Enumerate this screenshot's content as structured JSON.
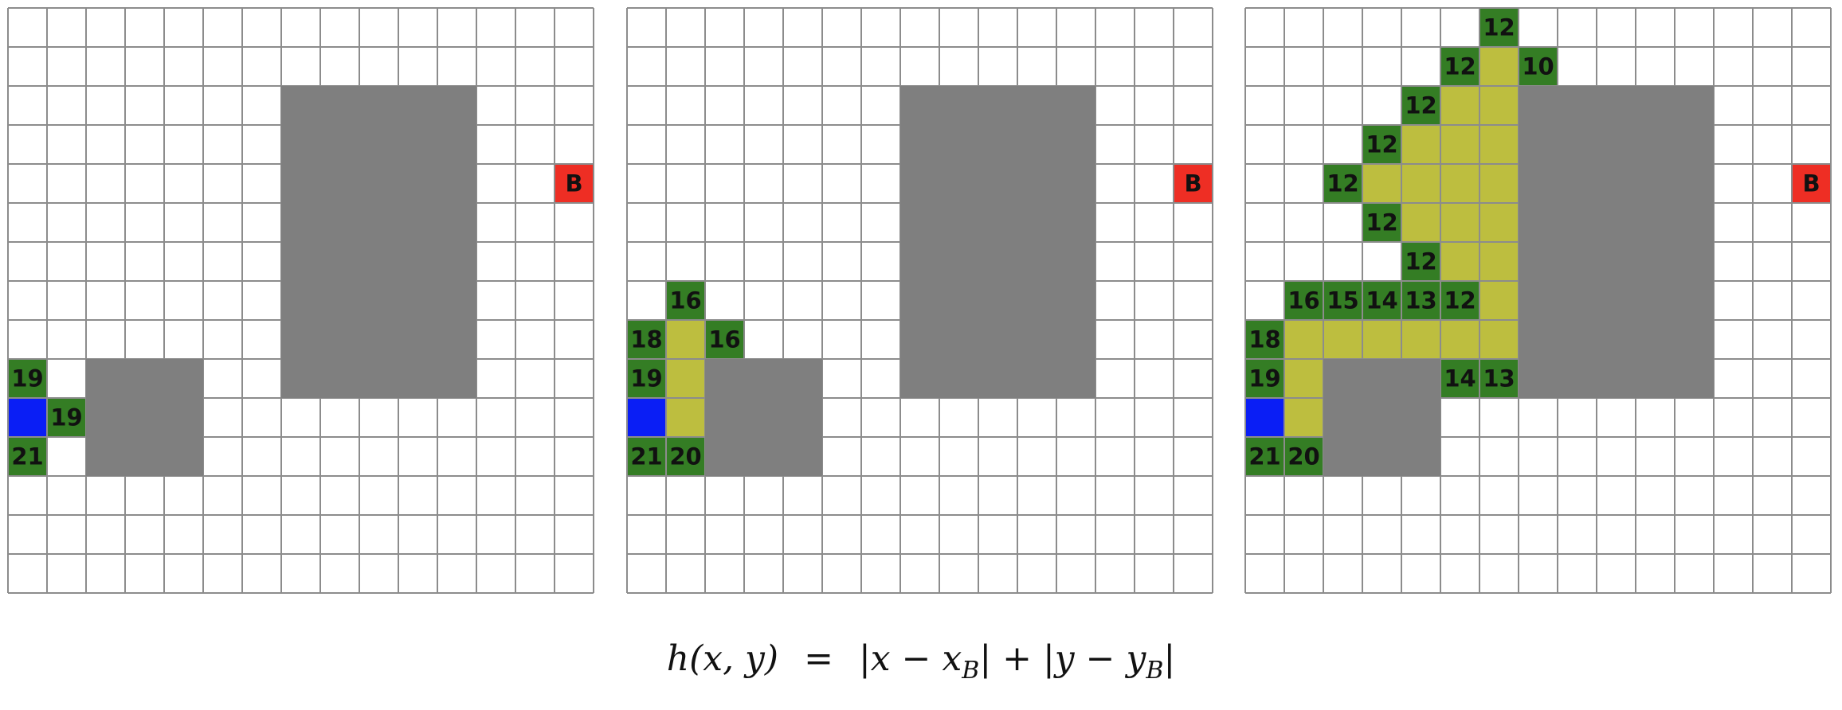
{
  "colors": {
    "background": "#ffffff",
    "grid_line": "#8c8c8c",
    "obstacle": "#7f7f7f",
    "start": "#0a1ef5",
    "goal": "#ee2e24",
    "frontier": "#347d24",
    "explored": "#bdbe3f",
    "text": "#111111"
  },
  "grid": {
    "cols": 15,
    "rows": 15
  },
  "goal_label": "B",
  "formula": {
    "lhs": "h(x, y)",
    "eq": "=",
    "term1": "|x − x",
    "sub1": "B",
    "plus": "| + |y − y",
    "sub2": "B",
    "end": "|"
  },
  "panels": [
    {
      "name": "panel-step-1",
      "obstacles": [
        {
          "col": 7,
          "row": 2,
          "w": 5,
          "h": 8
        },
        {
          "col": 2,
          "row": 9,
          "w": 3,
          "h": 3
        }
      ],
      "start": {
        "col": 0,
        "row": 10
      },
      "goal": {
        "col": 14,
        "row": 4
      },
      "explored": [],
      "frontier": [
        {
          "col": 0,
          "row": 9,
          "label": "19"
        },
        {
          "col": 1,
          "row": 10,
          "label": "19"
        },
        {
          "col": 0,
          "row": 11,
          "label": "21"
        }
      ]
    },
    {
      "name": "panel-step-2",
      "obstacles": [
        {
          "col": 7,
          "row": 2,
          "w": 5,
          "h": 8
        },
        {
          "col": 2,
          "row": 9,
          "w": 3,
          "h": 3
        }
      ],
      "start": {
        "col": 0,
        "row": 10
      },
      "goal": {
        "col": 14,
        "row": 4
      },
      "explored": [
        {
          "col": 1,
          "row": 8
        },
        {
          "col": 1,
          "row": 9
        },
        {
          "col": 1,
          "row": 10
        }
      ],
      "frontier": [
        {
          "col": 1,
          "row": 7,
          "label": "16"
        },
        {
          "col": 0,
          "row": 8,
          "label": "18"
        },
        {
          "col": 2,
          "row": 8,
          "label": "16"
        },
        {
          "col": 0,
          "row": 9,
          "label": "19"
        },
        {
          "col": 0,
          "row": 11,
          "label": "21"
        },
        {
          "col": 1,
          "row": 11,
          "label": "20"
        }
      ]
    },
    {
      "name": "panel-step-3",
      "obstacles": [
        {
          "col": 7,
          "row": 2,
          "w": 5,
          "h": 8
        },
        {
          "col": 2,
          "row": 9,
          "w": 3,
          "h": 3
        }
      ],
      "start": {
        "col": 0,
        "row": 10
      },
      "goal": {
        "col": 14,
        "row": 4
      },
      "explored": [
        {
          "col": 6,
          "row": 1
        },
        {
          "col": 5,
          "row": 2
        },
        {
          "col": 6,
          "row": 2
        },
        {
          "col": 4,
          "row": 3
        },
        {
          "col": 5,
          "row": 3
        },
        {
          "col": 6,
          "row": 3
        },
        {
          "col": 3,
          "row": 4
        },
        {
          "col": 4,
          "row": 4
        },
        {
          "col": 5,
          "row": 4
        },
        {
          "col": 6,
          "row": 4
        },
        {
          "col": 4,
          "row": 5
        },
        {
          "col": 5,
          "row": 5
        },
        {
          "col": 6,
          "row": 5
        },
        {
          "col": 5,
          "row": 6
        },
        {
          "col": 6,
          "row": 6
        },
        {
          "col": 6,
          "row": 7
        },
        {
          "col": 1,
          "row": 8
        },
        {
          "col": 2,
          "row": 8
        },
        {
          "col": 3,
          "row": 8
        },
        {
          "col": 4,
          "row": 8
        },
        {
          "col": 5,
          "row": 8
        },
        {
          "col": 6,
          "row": 8
        },
        {
          "col": 1,
          "row": 9
        },
        {
          "col": 1,
          "row": 10
        }
      ],
      "frontier": [
        {
          "col": 6,
          "row": 0,
          "label": "12"
        },
        {
          "col": 5,
          "row": 1,
          "label": "12"
        },
        {
          "col": 7,
          "row": 1,
          "label": "10"
        },
        {
          "col": 4,
          "row": 2,
          "label": "12"
        },
        {
          "col": 3,
          "row": 3,
          "label": "12"
        },
        {
          "col": 2,
          "row": 4,
          "label": "12"
        },
        {
          "col": 3,
          "row": 5,
          "label": "12"
        },
        {
          "col": 4,
          "row": 6,
          "label": "12"
        },
        {
          "col": 1,
          "row": 7,
          "label": "16"
        },
        {
          "col": 2,
          "row": 7,
          "label": "15"
        },
        {
          "col": 3,
          "row": 7,
          "label": "14"
        },
        {
          "col": 4,
          "row": 7,
          "label": "13"
        },
        {
          "col": 5,
          "row": 7,
          "label": "12"
        },
        {
          "col": 0,
          "row": 8,
          "label": "18"
        },
        {
          "col": 0,
          "row": 9,
          "label": "19"
        },
        {
          "col": 5,
          "row": 9,
          "label": "14"
        },
        {
          "col": 6,
          "row": 9,
          "label": "13"
        },
        {
          "col": 0,
          "row": 11,
          "label": "21"
        },
        {
          "col": 1,
          "row": 11,
          "label": "20"
        }
      ]
    }
  ]
}
